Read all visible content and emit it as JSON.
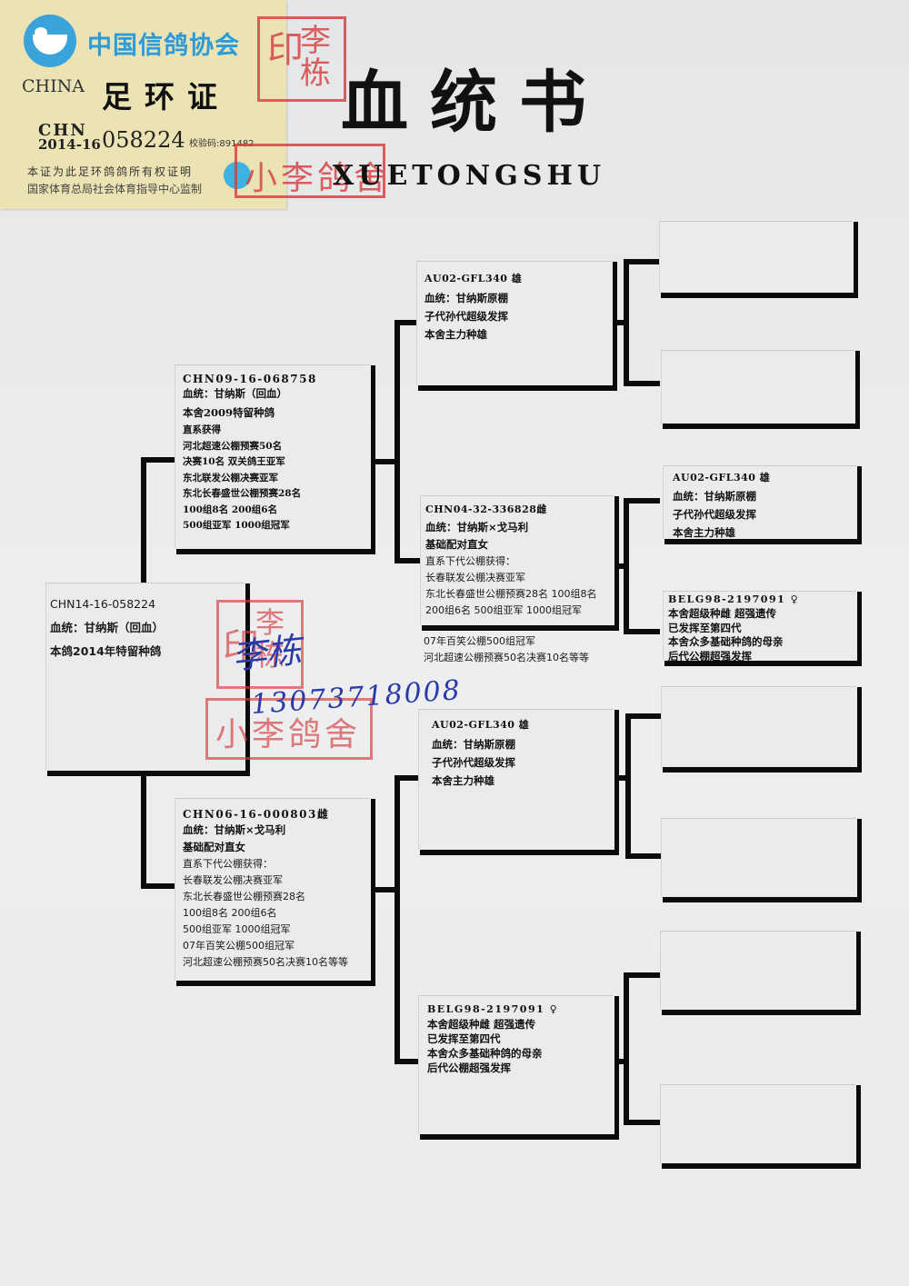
{
  "ring_card": {
    "org_name": "中国信鸽协会",
    "country": "CHINA",
    "title": "足环证",
    "chn_label": "CHN",
    "year_code": "2014-16",
    "ring_number": "058224",
    "check_code": "校验码:891482",
    "line1": "本证为此足环鸽鸽所有权证明",
    "line2": "国家体育总局社会体育指导中心监制"
  },
  "stamps": {
    "seal_left": "印",
    "seal_right": "李栋",
    "loft_name": "小李鸽舍"
  },
  "signature": {
    "name": "李栋",
    "phone": "13073718008"
  },
  "header": {
    "title": "血统书",
    "subtitle": "XUETONGSHU"
  },
  "subject": {
    "ring": "CHN14-16-058224",
    "line1": "血统：甘纳斯（回血）",
    "line2": "本鸽2014年特留种鸽"
  },
  "sire": {
    "ring": "CHN09-16-068758",
    "lines": [
      "血统：甘纳斯（回血）",
      "本舍2009特留种鸽"
    ],
    "details": [
      "直系获得",
      "河北超速公棚预赛50名",
      "决赛10名 双关鸽王亚军",
      "东北联发公棚决赛亚军",
      "东北长春盛世公棚预赛28名",
      "100组8名  200组6名",
      "500组亚军 1000组冠军"
    ]
  },
  "dam": {
    "ring": "CHN06-16-000803雌",
    "lines": [
      "血统：甘纳斯×戈马利",
      "基础配对直女"
    ],
    "details": [
      "直系下代公棚获得：",
      "长春联发公棚决赛亚军",
      "东北长春盛世公棚预赛28名",
      "100组8名     200组6名",
      "500组亚军    1000组冠军",
      "07年百笑公棚500组冠军",
      "河北超速公棚预赛50名决赛10名等等"
    ]
  },
  "sire_sire": {
    "ring": "AU02-GFL340 雄",
    "lines": [
      "血统：甘纳斯原棚",
      "子代孙代超级发挥",
      "本舍主力种雄"
    ]
  },
  "sire_dam": {
    "ring": "CHN04-32-336828雌",
    "lines": [
      "血统：甘纳斯×戈马利",
      "基础配对直女"
    ],
    "details": [
      "直系下代公棚获得：",
      "长春联发公棚决赛亚军",
      "东北长春盛世公棚预赛28名  100组8名",
      "200组6名  500组亚军    1000组冠军"
    ],
    "extra": [
      "07年百笑公棚500组冠军",
      "河北超速公棚预赛50名决赛10名等等"
    ]
  },
  "dam_sire": {
    "ring": "AU02-GFL340 雄",
    "lines": [
      "血统：甘纳斯原棚",
      "子代孙代超级发挥",
      "本舍主力种雄"
    ]
  },
  "dam_dam": {
    "ring": "BELG98-2197091  ♀",
    "lines": [
      "本舍超级种雌   超强遗传",
      "已发挥至第四代",
      "本舍众多基础种鸽的母亲",
      "后代公棚超强发挥"
    ]
  },
  "gen3": {
    "ss_sire": "",
    "ss_dam": "",
    "sd_sire": {
      "ring": "AU02-GFL340 雄",
      "lines": [
        "血统：甘纳斯原棚",
        "子代孙代超级发挥",
        "本舍主力种雄"
      ]
    },
    "sd_dam": {
      "ring": "BELG98-2197091  ♀",
      "lines": [
        "本舍超级种雌   超强遗传",
        "已发挥至第四代",
        "本舍众多基础种鸽的母亲",
        "后代公棚超强发挥"
      ]
    },
    "ds_sire": "",
    "ds_dam": "",
    "dd_sire": "",
    "dd_dam": ""
  }
}
